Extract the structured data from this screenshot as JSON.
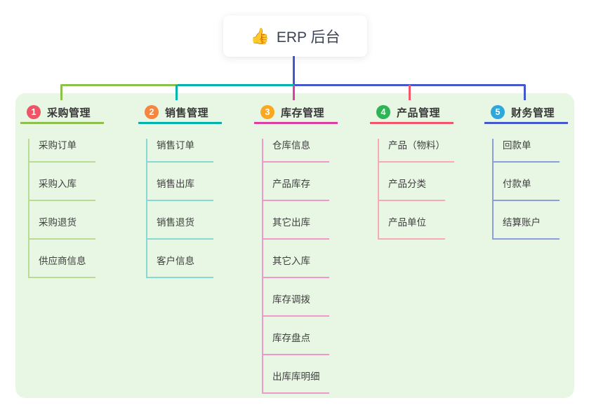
{
  "root": {
    "icon": "👍",
    "label": "ERP 后台"
  },
  "palette": {
    "panel": "#e8f6e4",
    "line_green": "#8dc04d",
    "line_teal": "#00b3ac",
    "line_blue": "#4558cb",
    "line_magenta": "#d9409f",
    "line_red": "#f2566b"
  },
  "branches": [
    {
      "num": "1",
      "label": "采购管理",
      "color": "#8dc04d",
      "light": "#b9dc92",
      "badge": "#ee5566",
      "children": [
        "采购订单",
        "采购入库",
        "采购退货",
        "供应商信息"
      ]
    },
    {
      "num": "2",
      "label": "销售管理",
      "color": "#00b3ac",
      "light": "#8ad8d2",
      "badge": "#f5853f",
      "children": [
        "销售订单",
        "销售出库",
        "销售退货",
        "客户信息"
      ]
    },
    {
      "num": "3",
      "label": "库存管理",
      "color": "#d9409f",
      "light": "#f098c9",
      "badge": "#f9a821",
      "children": [
        "仓库信息",
        "产品库存",
        "其它出库",
        "其它入库",
        "库存调拨",
        "库存盘点",
        "出库库明细"
      ]
    },
    {
      "num": "4",
      "label": "产品管理",
      "color": "#f2566b",
      "light": "#f9a9b2",
      "badge": "#2eb356",
      "children": [
        "产品（物料）",
        "产品分类",
        "产品单位"
      ]
    },
    {
      "num": "5",
      "label": "财务管理",
      "color": "#4558cb",
      "light": "#8b9ddd",
      "badge": "#2ea7dc",
      "children": [
        "回款单",
        "付款单",
        "结算账户"
      ]
    }
  ]
}
